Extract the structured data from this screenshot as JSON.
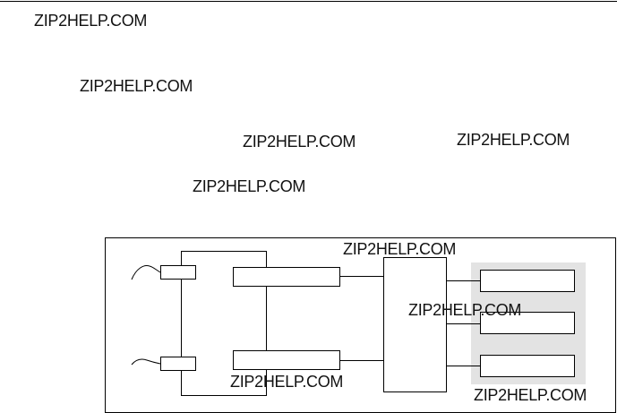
{
  "colors": {
    "line": "#000000",
    "panel": "#e3e3e3",
    "background": "#ffffff",
    "text": "#111111"
  },
  "watermarks": [
    "ZIP2HELP.COM",
    "ZIP2HELP.COM",
    "ZIP2HELP.COM",
    "ZIP2HELP.COM",
    "ZIP2HELP.COM",
    "ZIP2HELP.COM",
    "ZIP2HELP.COM",
    "ZIP2HELP.COM",
    "ZIP2HELP.COM"
  ]
}
